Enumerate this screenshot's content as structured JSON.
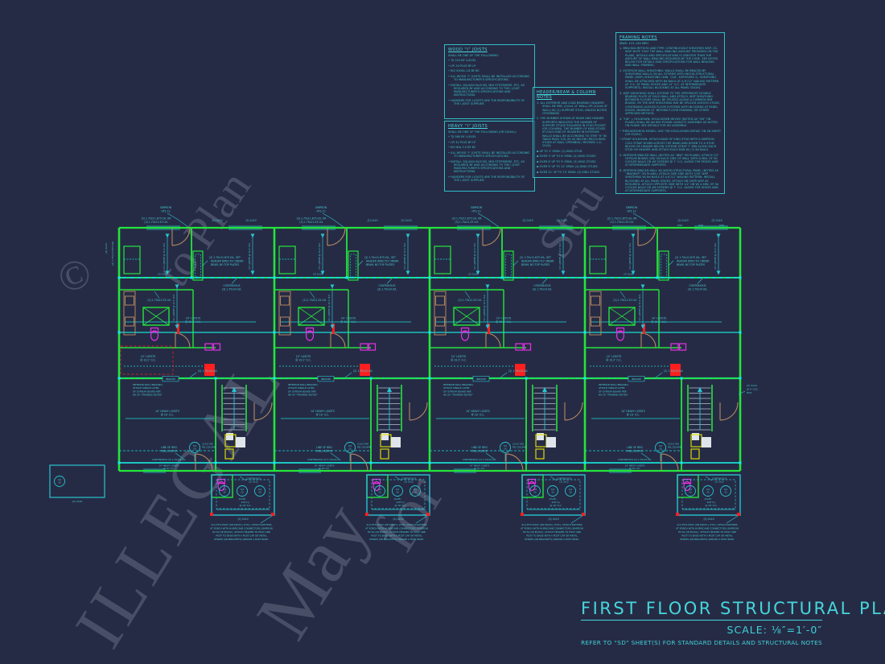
{
  "colors": {
    "background": "#262b45",
    "wall_green": "#23e53c",
    "beam_cyan": "#16dcd2",
    "line_cyan": "#27c4cf",
    "text_cyan": "#46d2da",
    "door_tan": "#c09060",
    "fixture_magenta": "#e531e5",
    "alert_red": "#ff1f1f",
    "cabinet_yellow": "#e6e600",
    "appliance_white": "#dfe5ea",
    "watermark_gray": "#9aa0b5"
  },
  "notes": {
    "wood": {
      "title": "WOOD “I” JOISTS",
      "lines": [
        "SHALL BE ONE OF THE FOLLOWING:",
        "•  TJI 210 BY I-LEVEL",
        "•  LPI 20 PLUS BY LP",
        "•  BCI 5000s 1.8 BY BC",
        "•  ALL WOOD “I” JOISTS SHALL BE INSTALLED ACCORDING TO MANUFACTURER’S SPECIFICATIONS.",
        "•  INSTALL SQUASH BLOCKS, MID STIFFENERS, ETC. AS REQUIRED BY AND ACCORDING TO THE I-JOIST MANUFACTURER’S SPECIFICATIONS AND INSTRUCTIONS.",
        "•  HANGERS FOR I-JOISTS ARE THE RESPONSIBILITY OF THE I-JOIST SUPPLIER."
      ]
    },
    "heavy": {
      "title": "HEAVY “I” JOISTS",
      "lines": [
        "SHALL BE ONE OF THE FOLLOWING (OR EQUAL):",
        "•  TJI 560 BY I-LEVEL",
        "•  LPI 42 PLUS BY LP",
        "•  BCI 60s 2.0 BY BC",
        "•  ALL WOOD “I” JOISTS SHALL BE INSTALLED ACCORDING TO MANUFACTURER’S SPECIFICATIONS.",
        "•  INSTALL SQUASH BLOCKS, MID STIFFENERS, ETC. AS REQUIRED BY AND ACCORDING TO THE I-JOIST MANUFACTURER’S SPECIFICATIONS AND INSTRUCTIONS.",
        "•  HANGERS FOR I-JOISTS ARE THE RESPONSIBILITY OF THE I-JOIST SUPPLIER."
      ]
    },
    "header_beam": {
      "title": "HEADER/BEAM & COLUMN NOTES",
      "lines": [
        "1.  ALL EXTERIOR AND LOAD BEARING HEADERS SHALL BE MIN. (2)2x4 (4″ WALL) OR (2)2x6 (6″ WALL) W/ (1) SUPPORT STUD, UNLESS NOTED OTHERWISE.",
        "2.  THE NUMBER SHOWN AT BEAM AND HEADER SUPPORTS INDICATES THE NUMBER OF SUPPORT STUDS REQUIRED IN STUD POCKET (OR COLUMN). THE NUMBER OF KING STUDS AT EACH END OF HEADERS IN EXTERIOR WALLS SHALL BE ACCORDING TO ITEM “d” IN TABLE R602.7(5) OR AS BELOW (REQ’D KING STUDS AT WALL OPENINGS / REVISED 1-4-2020):",
        "▪  UP TO 3′ SPAN: (1) KING STUD",
        "▪  OVER 3′ UP TO 6′ SPAN: (2) KING STUDS",
        "▪  OVER 6′ UP TO 9′ SPAN: (3) KING STUDS",
        "▪  OVER 9′ UP TO 12′ SPAN: (4) KING STUDS",
        "▪  OVER 12′ UP TO 15′ SPAN: (5) KING STUDS"
      ]
    },
    "framing": {
      "title": "FRAMING NOTES",
      "subtitle": "MWS: 115–120 MPH",
      "lines": [
        "1.  BRACING METHOD AND TYPE: CONTINUOUSLY SHEATHED WSP, CS-WSP. NOTE THAT THE WALL BRACING AMOUNT PROVIDED ON THE PLANS, DETAILS AND SPECIFICATIONS IS GREATER THAN THE AMOUNT OF WALL BRACING REQUIRED BY THE CODE. SEE NOTES BELOW FOR DETAILS AND SPECIFICATIONS FOR WALL BRACING AND WALL FRAMING.",
        "2.  EXTERIOR WALL SHEATHING: WALLS SHALL BE BRACED BY SHEATHING WALLS ON ALL STORIES WITH WOOD STRUCTURAL PANEL (WSP) SHEATHING (MIN. 7/16″, EXPOSURE 1). SHEATHING SHALL BE ATTACHED WITH 8d NAILS AT A 6″/12″ NAILING PATTERN (6″ O.C. AT PANEL EDGES AND 12″ O.C. AT INTERMEDIATE SUPPORTS). INSTALL BLOCKING AT ALL PANEL EDGES.",
        "3.  WSP SHEATHING SHALL EXTEND TO THE UPPERMOST DOUBLE BEARING PLATE AT EACH WALL AND ATTACH. WSP SHEATHING BETWEEN FLOORS SHALL BE SPLICED ALONG A COMMON RIM BOARD, OR THE WSP SHEATHING MAY BE SPLICED ACROSS STUDS, CONTINUING ACROSS FLOOR SYSTEMS WITH BLOCKING AT PANEL EDGES, MINIMUM 12″ BEYOND FLOOR FRAMING, OR OTHER APPROVED METHOD.",
        "4.  “HD” = HOLDOWN: HOLD-DOWN DEVICE (NOTED AS “HD” ON PLANS) SHALL BE AN 800 POUND CAPACITY ASSEMBLY AS NOTED ON PLANS. SEE DETAILS FOR HD ASSEMBLY.",
        "•  THREADED/ROD MODEL: USE “HD HOLD-DOWN DETAIL” ON SD SHEET (OR EQUIV.)",
        "•  STRAP HOLDOWN: ATTACH BASE OF KING STUD WITH A SIMPSON CS22 STRAP DOWN ACROSS THE BAND AND DOWN TO A STUD BELOW OR HEADER BELOW. EXTEND STRAP 7″ MIN ALONG EACH STUD OR HEADER AND ATTACH EACH END W/ (7) 8d NAILS.",
        "5.  INTERIOR BRACED WALL (NOTED AS “IBW” ON PLANS): ATTACH 1/2″ GYPSUM BOARD (GB) ON EACH SIDE OF WALL WITH A MIN. OF 5d COOLER NAILS OR #6 SCREWS @ 7″ O.C. ALONG THE EDGES AND AT INTERMEDIATE SUPPORTS.",
        "6.  INTERIOR BRACED WALL W/ WOOD STRUCTURAL PANEL (NOTED AS “IBW/WSP” ON PLANS): ATTACH ONE SIDE WITH 7/16″ WSP SHEATHING W/ 8d NAILS AT A 6″/12″ NAILING PATTERN. INSTALL BLOCKING AT ALL PANEL EDGES. ATTACH GB OVER WSP AS REQUIRED. ATTACH OPPOSITE SIDE WITH 1/2″ GB W/ A MIN. OF 5d COOLER NAILS OR #6 SCREWS @ 7″ O.C. ALONG THE EDGES AND AT INTERMEDIATE SUPPORTS."
      ]
    }
  },
  "plan": {
    "unit": {
      "simpson1": "SIMPSON",
      "simpson2": "HTS 12",
      "lvl_hdr1": "(2) 1.75x11.875 LVL OR",
      "lvl_hdr2": "(3) 1.75x11.25 LVL",
      "hdr_2x10": "(2) 2x10",
      "set1": "(2) 1.75x11.875 LVL, SET",
      "set2": "HEADER DIRECTLY UNDER",
      "set3": "BEAM, NO TOP PLATES",
      "cont3a": "CONTINUOUS",
      "cont3b": "(3) 1.75x14 LVL",
      "joist1": "14″ I-JOISTS",
      "joist2": "@ 19.2″ O.C.",
      "rot_joist": "14″ I-JOISTS @ 19.2″ O.C.",
      "lvl1125": "(2) 1.75x11.25 LVL",
      "lvl14": "(2) 1.75x14 LVL",
      "heavy1": "14″ HEAVY I-JOISTS",
      "heavy2": "@ 16″ O.C.",
      "ibw1": "INTERIOR WALL BRACING:",
      "ibw2": "ATTACH SINGLE LAYER",
      "ibw3": "OF GYPSUM BOARD PER",
      "ibw4": "#5 OF “FRAMING NOTES”",
      "ibw_tag": "IBW/WSP",
      "brg1": "LINE OF BRG",
      "brg2": "WALL ABOVE",
      "cont2": "CONTINUOUS (2) 1.75x14 LVL",
      "col_circle1": "5x5",
      "col_circle2": "SQ",
      "col1": "(3.5x7 OR)",
      "col2": "PSL COLUMN",
      "porch_cont1": "CONTINUOUS",
      "porch_cont2": "(2) 2x12",
      "post1": "4x4",
      "post2": "SQ",
      "post3": "(CS-PF)",
      "cj1": "2x8 C.J.",
      "cj2": "@ 16″ O.C.",
      "p2x10": "(2) 2x10"
    },
    "building": {
      "dsp": "DSP",
      "clg1": "(2) 2x10",
      "clg2": "@ 9′ CLG.",
      "clg3": "HGT.",
      "left_rot1": "(2) 1.75x11.875 LVL",
      "left_rot2": "(2) 2x10",
      "lp_2x10": "(2) 2x10"
    },
    "porch_note": [
      "4x4 PT’D POST (OR EQUIV.) (TYP.). ATTACH RAFTERS",
      "AT PORCH WITH HURRICANE CONNECTORS (SIMPSON",
      "H2.5A OR EQUIV.). ATTACH HEADER TO POST AND",
      "POST TO BASE WITH A POST CAP OR METAL",
      "STRAPS (OR BRACKETS) AND/OR A POST BASE."
    ],
    "watermark": [
      "©",
      "to Plan",
      "ILLEGAL",
      "May",
      "for",
      "Stru"
    ]
  },
  "title_block": {
    "title": "FIRST FLOOR STRUCTURAL PLAN",
    "scale": "SCALE: ⅛″=1′-0″",
    "refer": "REFER TO “SD” SHEET(S) FOR STANDARD DETAILS AND STRUCTURAL NOTES"
  }
}
